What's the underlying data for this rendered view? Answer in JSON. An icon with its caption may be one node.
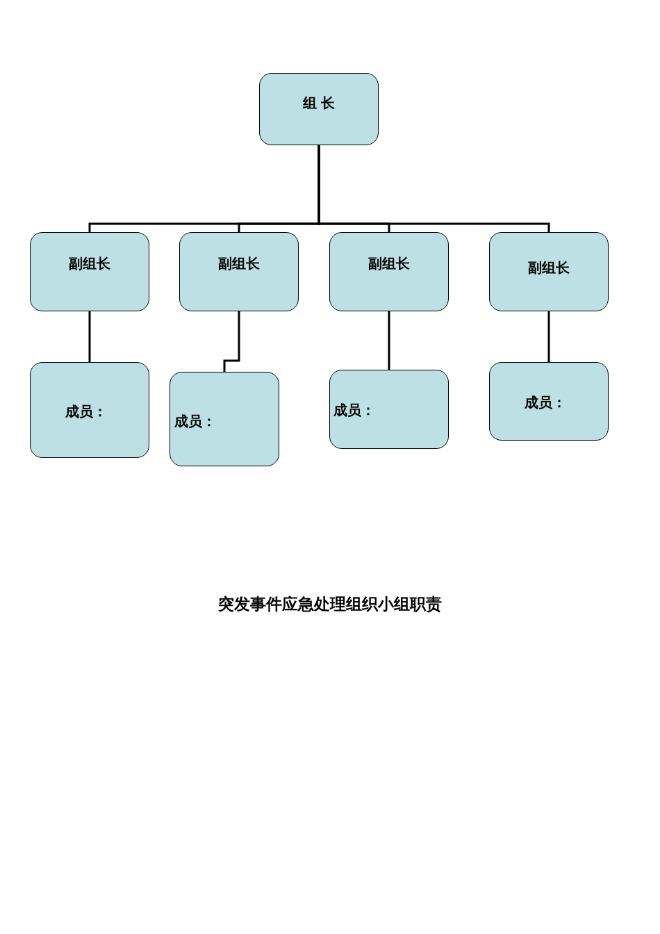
{
  "diagram": {
    "caption": "突发事件应急处理组织小组职责",
    "nodes": [
      {
        "text": [
          "组 长"
        ]
      },
      {
        "text": [
          "副组长"
        ]
      },
      {
        "text": [
          "副组长"
        ]
      },
      {
        "text": [
          "副组长"
        ]
      },
      {
        "text": [
          "副组长"
        ]
      },
      {
        "text": [
          "成员："
        ]
      },
      {
        "text": [
          "成员："
        ]
      },
      {
        "text": [
          "成员："
        ]
      },
      {
        "text": [
          "成员："
        ]
      }
    ],
    "edges": [
      {
        "from": 0,
        "to": 1,
        "arrow": "none"
      },
      {
        "from": 0,
        "to": 2,
        "arrow": "none"
      },
      {
        "from": 0,
        "to": 3,
        "arrow": "none"
      },
      {
        "from": 0,
        "to": 4,
        "arrow": "none"
      },
      {
        "from": 1,
        "to": 5,
        "arrow": "none"
      },
      {
        "from": 2,
        "to": 6,
        "arrow": "none"
      },
      {
        "from": 3,
        "to": 7,
        "arrow": "none"
      },
      {
        "from": 4,
        "to": 8,
        "arrow": "none"
      }
    ]
  }
}
